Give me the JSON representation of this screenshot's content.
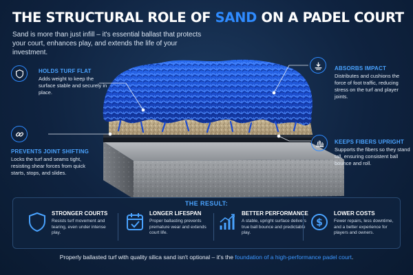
{
  "title": {
    "main": "THE STRUCTURAL ROLE OF ",
    "accent": "SAND",
    "rest": " ON A PADEL COURT"
  },
  "subtitle": "Sand is more than just infill – it's essential ballast that protects your court, enhances play, and extends the life of your investment.",
  "callouts": {
    "turf_flat": {
      "title": "HOLDS TURF FLAT",
      "text": "Adds weight to keep the surface stable and securely in place.",
      "icon": "shield-icon"
    },
    "joint": {
      "title": "PREVENTS JOINT SHIFTING",
      "text": "Locks the turf and seams tight, resisting shear forces from quick starts, stops, and slides.",
      "icon": "link-icon"
    },
    "impact": {
      "title": "ABSORBS IMPACT",
      "text": "Distributes and cushions the force of foot traffic, reducing stress on the turf and player joints.",
      "icon": "impact-icon"
    },
    "fibers": {
      "title": "KEEPS FIBERS UPRIGHT",
      "text": "Supports the fibers so they stand tall, ensuring consistent ball bounce and roll.",
      "icon": "grass-icon"
    }
  },
  "result": {
    "title": "THE RESULT:",
    "items": [
      {
        "title": "STRONGER COURTS",
        "text": "Resists turf movement and tearing, even under intense play.",
        "icon": "shield-icon"
      },
      {
        "title": "LONGER LIFESPAN",
        "text": "Proper ballasting prevents premature wear and extends court life.",
        "icon": "calendar-icon"
      },
      {
        "title": "BETTER PERFORMANCE",
        "text": "A stable, upright surface delivers true ball bounce and predictable play.",
        "icon": "growth-chart-icon"
      },
      {
        "title": "LOWER COSTS",
        "text": "Fewer repairs, less downtime, and a better experience for players and owners.",
        "icon": "dollar-coin-icon"
      }
    ]
  },
  "footer": {
    "text": "Properly ballasted turf with quality silica sand isn't optional – it's the ",
    "link": "foundation of a high-performance padel court",
    "end": "."
  },
  "colors": {
    "accent": "#2f8bff",
    "background": "#0f2340",
    "turf": "#1f4fd0"
  }
}
